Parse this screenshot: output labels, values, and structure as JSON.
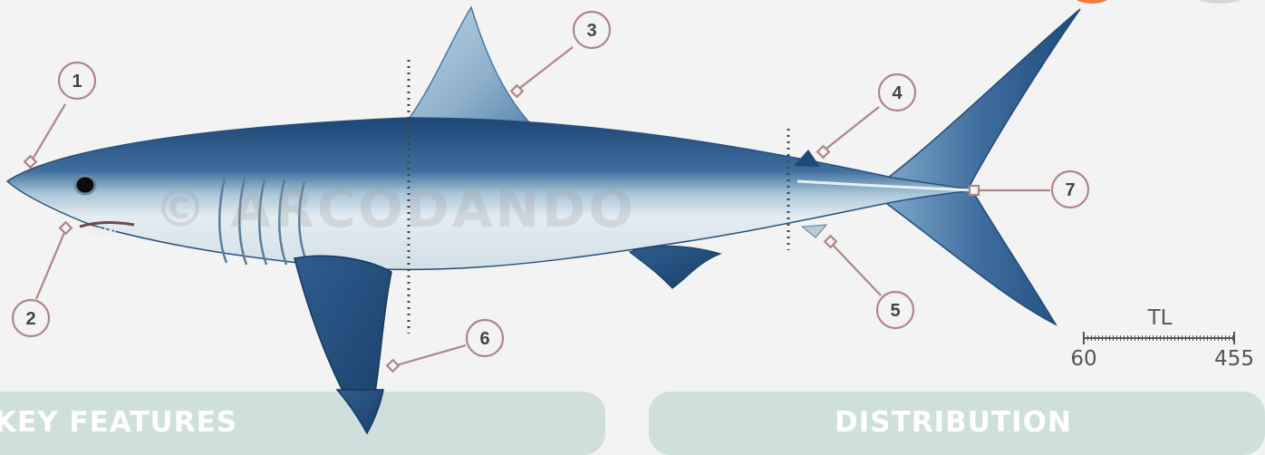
{
  "watermark": "© ARCODANDO",
  "callouts": [
    "1",
    "2",
    "3",
    "4",
    "5",
    "6",
    "7"
  ],
  "scale": {
    "label": "TL",
    "min": "60",
    "max": "455"
  },
  "panels": {
    "left_title": "KEY FEATURES",
    "right_title": "DISTRIBUTION"
  },
  "colors": {
    "background": "#f3f3f3",
    "shark_dark": "#1f4a78",
    "shark_mid": "#4f7fae",
    "shark_belly": "#dfe9ef",
    "callout_line": "#b08585",
    "panel": "#cfe0dc",
    "orange_dot": "#f07a38",
    "gray_dot": "#c9c9c9"
  }
}
